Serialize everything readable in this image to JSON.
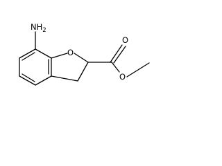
{
  "molecule": {
    "atom_labels": {
      "amine": "NH",
      "amine_subscript": "2",
      "ring_oxygen": "O",
      "carbonyl_oxygen": "O",
      "ester_oxygen": "O"
    },
    "line_color": "#000000"
  }
}
